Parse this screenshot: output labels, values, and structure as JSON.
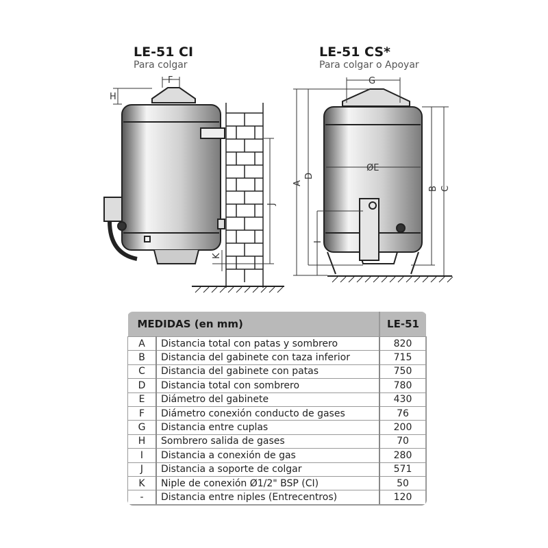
{
  "models": [
    {
      "title": "LE-51 CI",
      "subtitle": "Para colgar"
    },
    {
      "title": "LE-51 CS*",
      "subtitle": "Para colgar o Apoyar"
    }
  ],
  "dimension_labels": {
    "F": "F",
    "H": "H",
    "J": "J",
    "K": "K",
    "G": "G",
    "A": "A",
    "D": "D",
    "E": "ØE",
    "B": "B",
    "C": "C",
    "I": "I"
  },
  "table": {
    "header": "MEDIDAS (en mm)",
    "value_header": "LE-51",
    "rows": [
      {
        "key": "A",
        "desc": "Distancia total con patas y sombrero",
        "value": "820"
      },
      {
        "key": "B",
        "desc": "Distancia del gabinete con taza inferior",
        "value": "715"
      },
      {
        "key": "C",
        "desc": "Distancia del gabinete con patas",
        "value": "750"
      },
      {
        "key": "D",
        "desc": "Distancia total con sombrero",
        "value": "780"
      },
      {
        "key": "E",
        "desc": "Diámetro del gabinete",
        "value": "430"
      },
      {
        "key": "F",
        "desc": "Diámetro conexión conducto de gases",
        "value": "76"
      },
      {
        "key": "G",
        "desc": "Distancia entre cuplas",
        "value": "200"
      },
      {
        "key": "H",
        "desc": "Sombrero salida de gases",
        "value": "70"
      },
      {
        "key": "I",
        "desc": "Distancia a conexión de gas",
        "value": "280"
      },
      {
        "key": "J",
        "desc": "Distancia a soporte de colgar",
        "value": "571"
      },
      {
        "key": "K",
        "desc": "Niple de conexión Ø1/2\" BSP (CI)",
        "value": "50"
      },
      {
        "key": "-",
        "desc": "Distancia entre niples (Entrecentros)",
        "value": "120"
      }
    ]
  }
}
